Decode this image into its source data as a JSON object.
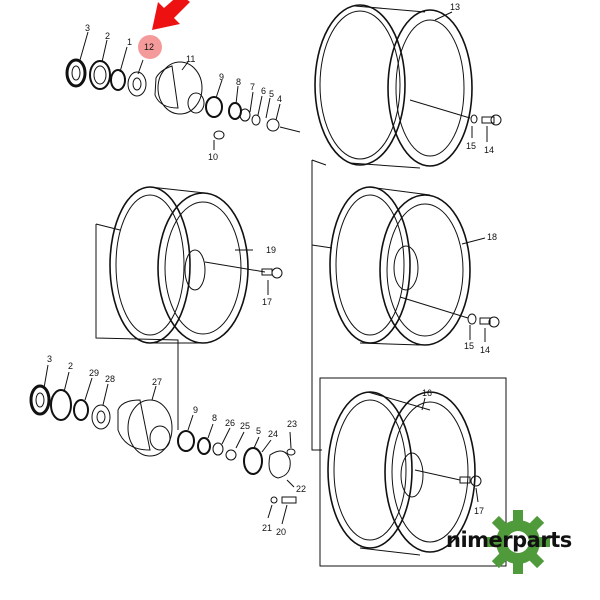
{
  "diagram": {
    "type": "exploded-parts-diagram",
    "subject": "Wheel hub and rim assemblies",
    "highlight": {
      "part": "12",
      "color": "#f08080",
      "arrow_color": "#ee1111"
    },
    "callouts": {
      "top_hub": [
        "3",
        "2",
        "1",
        "12",
        "11",
        "9",
        "8",
        "7",
        "6",
        "5",
        "4",
        "10"
      ],
      "rim_top_right": [
        "13",
        "15",
        "14"
      ],
      "rim_mid_left": [
        "19",
        "17"
      ],
      "rim_mid_right": [
        "18",
        "15",
        "14"
      ],
      "bottom_hub": [
        "3",
        "2",
        "29",
        "28",
        "27",
        "9",
        "8",
        "26",
        "25",
        "5",
        "24",
        "23",
        "22",
        "21",
        "20"
      ],
      "rim_bottom_right": [
        "16",
        "17"
      ]
    },
    "labels": {
      "l3a": "3",
      "l2a": "2",
      "l1": "1",
      "l12": "12",
      "l11": "11",
      "l9a": "9",
      "l8a": "8",
      "l7": "7",
      "l6": "6",
      "l5a": "5",
      "l4": "4",
      "l10": "10",
      "l13": "13",
      "l15a": "15",
      "l14a": "14",
      "l19": "19",
      "l17a": "17",
      "l18": "18",
      "l15b": "15",
      "l14b": "14",
      "l3b": "3",
      "l2b": "2",
      "l29": "29",
      "l28": "28",
      "l27": "27",
      "l9b": "9",
      "l8b": "8",
      "l26": "26",
      "l25": "25",
      "l5b": "5",
      "l24": "24",
      "l23": "23",
      "l22": "22",
      "l21": "21",
      "l20": "20",
      "l16": "16",
      "l17b": "17"
    }
  },
  "watermark": {
    "brand": "nimerparts",
    "gear_color": "#4f9a3a"
  }
}
